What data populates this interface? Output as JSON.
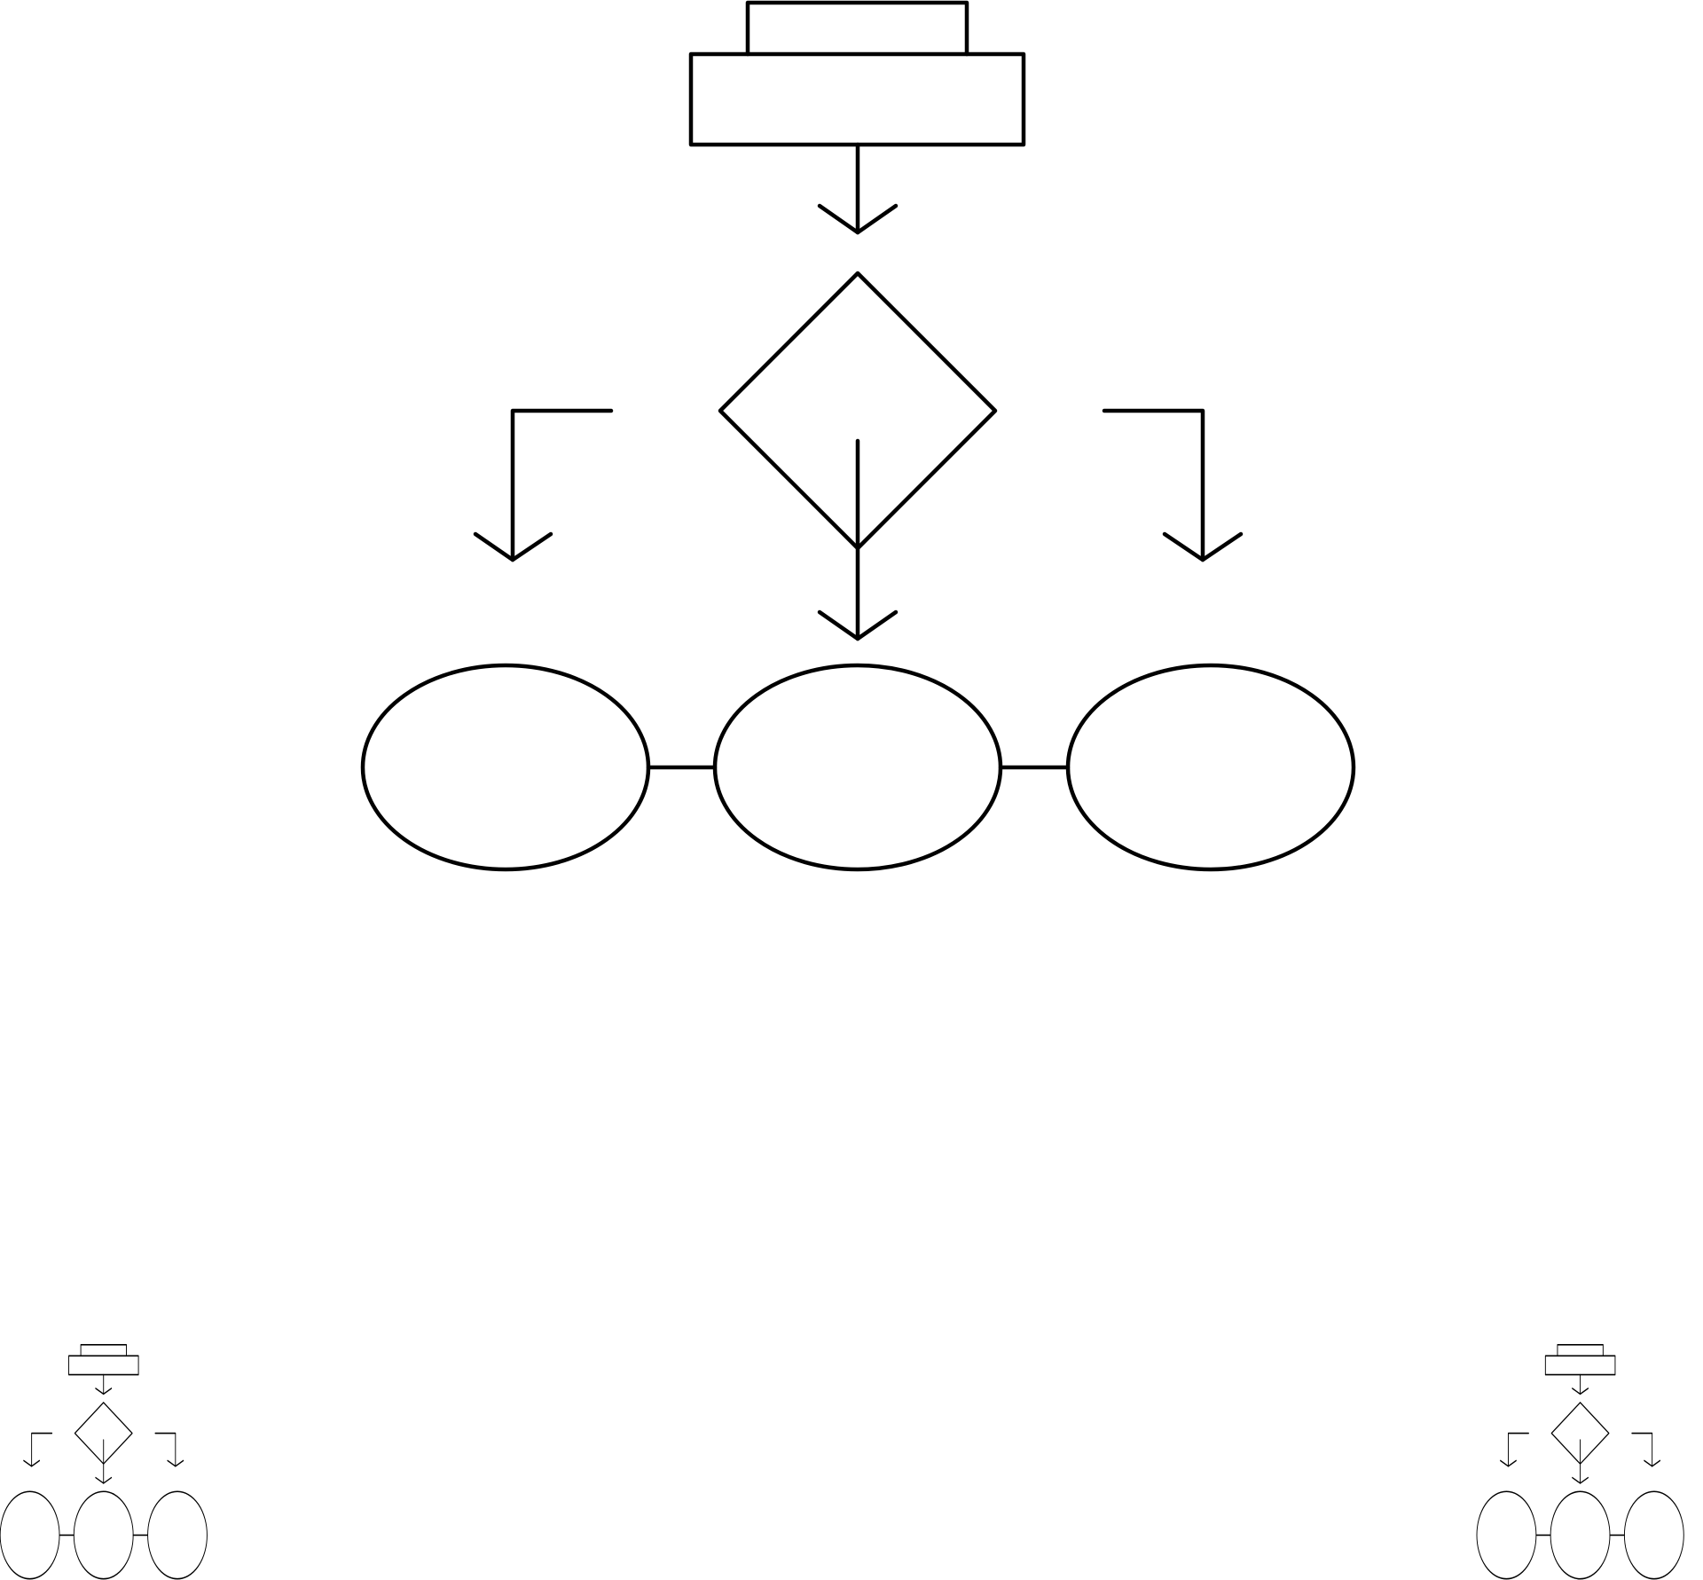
{
  "icons": [
    {
      "name": "flowchart-icon",
      "style": "bold-line",
      "stroke_color": "#000000"
    },
    {
      "name": "flowchart-icon-thumbnail-left",
      "style": "thin-line",
      "stroke_color": "#000000"
    },
    {
      "name": "flowchart-icon-thumbnail-right",
      "style": "thin-line",
      "stroke_color": "#000000"
    }
  ],
  "background_color": "#ffffff"
}
